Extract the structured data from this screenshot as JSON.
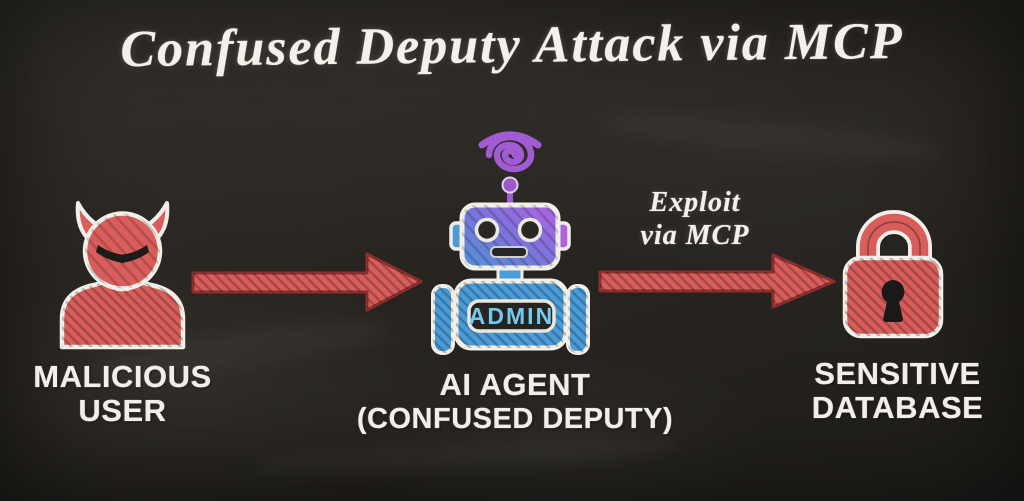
{
  "title": "Confused Deputy Attack via MCP",
  "nodes": {
    "malicious_user": {
      "line1": "MALICIOUS",
      "line2": "USER",
      "icon": "devil-user-icon"
    },
    "ai_agent": {
      "line1": "AI AGENT",
      "line2": "(CONFUSED DEPUTY)",
      "badge": "ADMIN",
      "icon": "robot-icon",
      "status_icon": "confusion-spiral-icon"
    },
    "sensitive_database": {
      "line1": "SENSITIVE",
      "line2": "DATABASE",
      "icon": "padlock-icon"
    }
  },
  "arrows": {
    "user_to_agent": {
      "icon": "red-arrow-icon"
    },
    "agent_to_database": {
      "icon": "red-arrow-icon",
      "line1": "Exploit",
      "line2": "via MCP"
    }
  },
  "colors": {
    "board_background": "#282521",
    "chalk_white": "#f2efe9",
    "red": "#d95d5b",
    "red_outline": "#8e2e2e",
    "blue": "#4a9cd9",
    "purple": "#a15cd4",
    "purple_light": "#b163e2",
    "admin_text": "#74c9ef",
    "dark": "#24211e"
  }
}
